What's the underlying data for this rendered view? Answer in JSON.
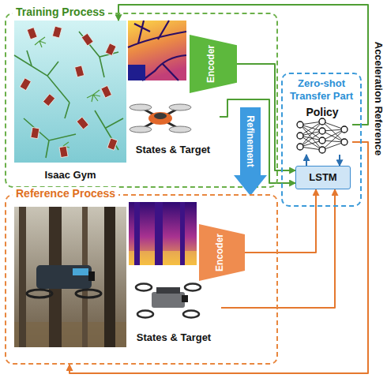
{
  "diagram": {
    "nodes": [
      {
        "text": [
          "Training Process"
        ]
      },
      {
        "text": [
          "Isaac Gym"
        ],
        "in": 0
      },
      {
        "text": [
          "Encoder"
        ],
        "in": 0
      },
      {
        "text": [
          "States & Target"
        ],
        "in": 0
      },
      {
        "text": [
          "Zero-shot Transfer Part"
        ]
      },
      {
        "text": [
          "Policy"
        ],
        "in": 4
      },
      {
        "text": [
          "LSTM"
        ],
        "in": 4
      },
      {
        "text": [
          "Refinement"
        ]
      },
      {
        "text": [
          "Reference Process"
        ]
      },
      {
        "text": [
          "Encoder"
        ],
        "in": 8
      },
      {
        "text": [
          "States & Target"
        ],
        "in": 8
      }
    ],
    "edges": [
      {
        "from": 2,
        "to": 6,
        "arrow": "to"
      },
      {
        "from": 3,
        "to": 6,
        "arrow": "to"
      },
      {
        "from": 9,
        "to": 6,
        "arrow": "to"
      },
      {
        "from": 10,
        "to": 6,
        "arrow": "to"
      },
      {
        "from": 6,
        "to": 5,
        "arrow": "to"
      },
      {
        "from": 5,
        "to": 6,
        "arrow": "to"
      },
      {
        "from": 5,
        "to": 1,
        "arrow": "to"
      },
      {
        "from": 5,
        "to": 8,
        "arrow": "to"
      }
    ],
    "labels": [
      "Acceleration Reference"
    ]
  }
}
